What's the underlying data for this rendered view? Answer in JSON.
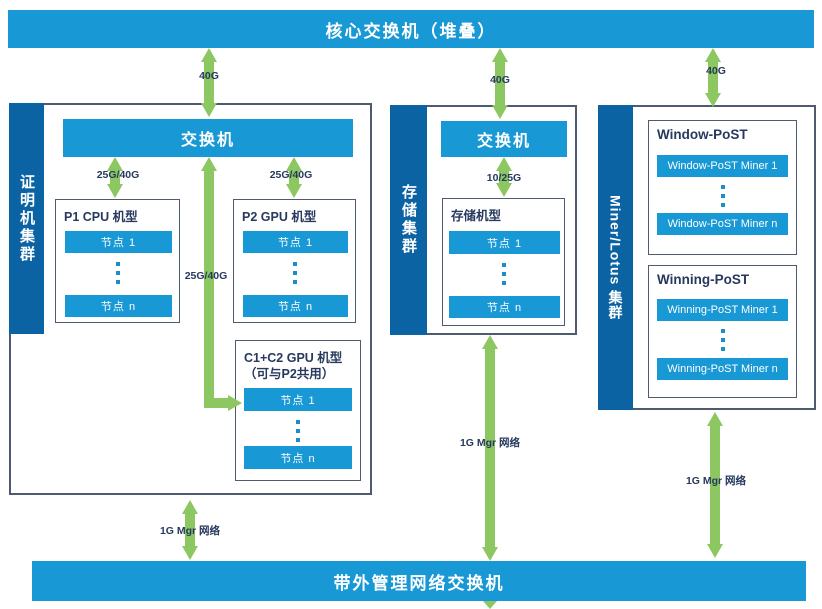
{
  "palette": {
    "bright_blue": "#1898d4",
    "dark_blue": "#0b63a4",
    "arrow_green": "#8dc762",
    "label_navy": "#27395e",
    "box_border": "#4e5a6e"
  },
  "core_switch": "核心交换机（堆叠）",
  "oob_switch": "带外管理网络交换机",
  "clusters": {
    "proving": {
      "name": "证明机集群",
      "switch": "交换机",
      "machines": {
        "p1": {
          "title": "P1 CPU 机型",
          "node_first": "节点 1",
          "node_last": "节点 n"
        },
        "p2": {
          "title": "P2 GPU 机型",
          "node_first": "节点 1",
          "node_last": "节点 n"
        },
        "c1c2": {
          "title": "C1+C2 GPU 机型",
          "subtitle": "（可与P2共用）",
          "node_first": "节点 1",
          "node_last": "节点 n"
        }
      }
    },
    "storage": {
      "name": "存储集群",
      "switch": "交换机",
      "machines": {
        "storage": {
          "title": "存储机型",
          "node_first": "节点 1",
          "node_last": "节点 n"
        }
      }
    },
    "miner_lotus": {
      "name": "Miner/Lotus 集群",
      "machines": {
        "window_post": {
          "title": "Window-PoST",
          "node_first": "Window-PoST Miner 1",
          "node_last": "Window-PoST Miner n"
        },
        "winning_post": {
          "title": "Winning-PoST",
          "node_first": "Winning-PoST Miner 1",
          "node_last": "Winning-PoST Miner n"
        }
      }
    }
  },
  "links": {
    "core_proving": "40G",
    "core_storage": "40G",
    "core_miner": "40G",
    "sw_p1": "25G/40G",
    "sw_p2": "25G/40G",
    "sw_c1c2": "25G/40G",
    "sw_storage": "10/25G",
    "mgmt_proving": "1G Mgr 网络",
    "mgmt_storage": "1G Mgr 网络",
    "mgmt_miner": "1G Mgr 网络"
  }
}
